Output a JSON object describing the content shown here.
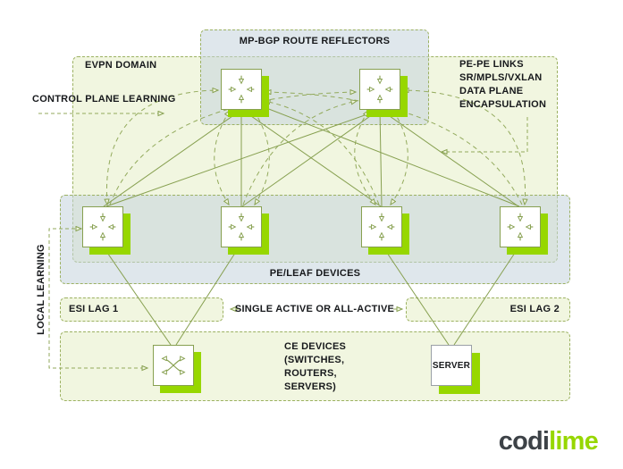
{
  "colors": {
    "lime_accent": "#97d700",
    "olive_line": "#87a050",
    "dashed_border": "#9cb162",
    "green_fill": "#f1f6e0",
    "blue_fill": "#e7ecef",
    "text": "#17191c",
    "logo_dark": "#3d4247"
  },
  "boxes": {
    "mp_bgp_label": "MP-BGP ROUTE REFLECTORS",
    "evpn_domain_label": "EVPN DOMAIN",
    "pe_leaf_label": "PE/LEAF DEVICES",
    "esi_lag_1_label": "ESI LAG 1",
    "esi_lag_2_label": "ESI LAG 2"
  },
  "callouts": {
    "control_plane_learning": "CONTROL PLANE LEARNING",
    "local_learning": "LOCAL LEARNING",
    "single_active": "SINGLE ACTIVE OR ALL-ACTIVE",
    "pe_pe_links_lines": [
      "PE-PE LINKS",
      "SR/MPLS/VXLAN",
      "DATA PLANE",
      "ENCAPSULATION"
    ],
    "ce_devices_lines": [
      "CE DEVICES",
      "(SWITCHES,",
      "ROUTERS,",
      "SERVERS)"
    ]
  },
  "nodes": {
    "server_label": "SERVER",
    "router_icon": "router-arrows-icon",
    "switch_icon": "switch-crossed-arrows-icon"
  },
  "logo": {
    "dark": "codi",
    "lime": "lime"
  }
}
